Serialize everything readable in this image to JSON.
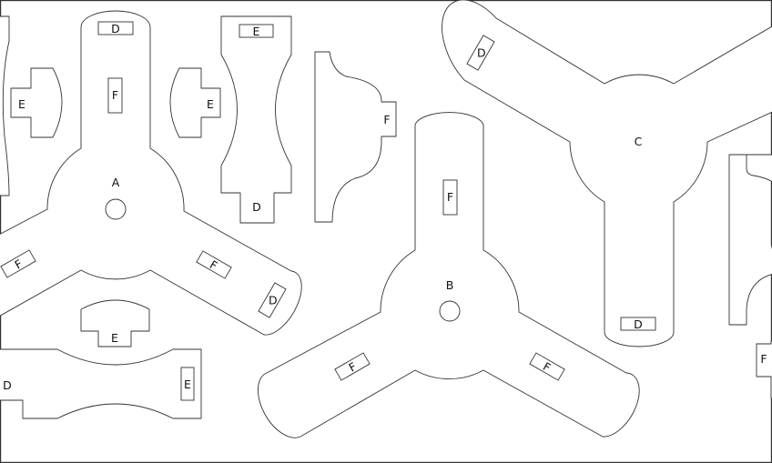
{
  "sheet": {
    "labels": {
      "a": "A",
      "b": "B",
      "c": "C",
      "d": "D",
      "e": "E",
      "f": "F"
    },
    "colors": {
      "stroke": "#333333",
      "background": "#ffffff"
    }
  }
}
